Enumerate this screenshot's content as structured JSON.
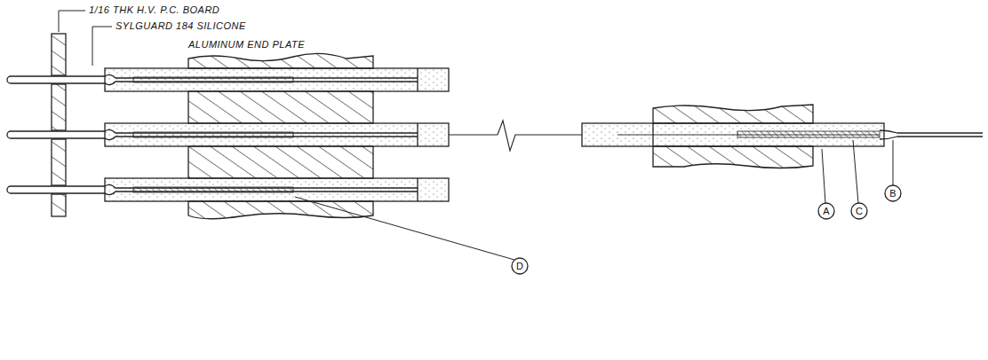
{
  "diagram": {
    "labels": [
      "1/16 THK H.V. P.C. BOARD",
      "SYLGUARD 184 SILICONE",
      "ALUMINUM END PLATE",
      "D",
      "A",
      "C",
      "B"
    ]
  }
}
